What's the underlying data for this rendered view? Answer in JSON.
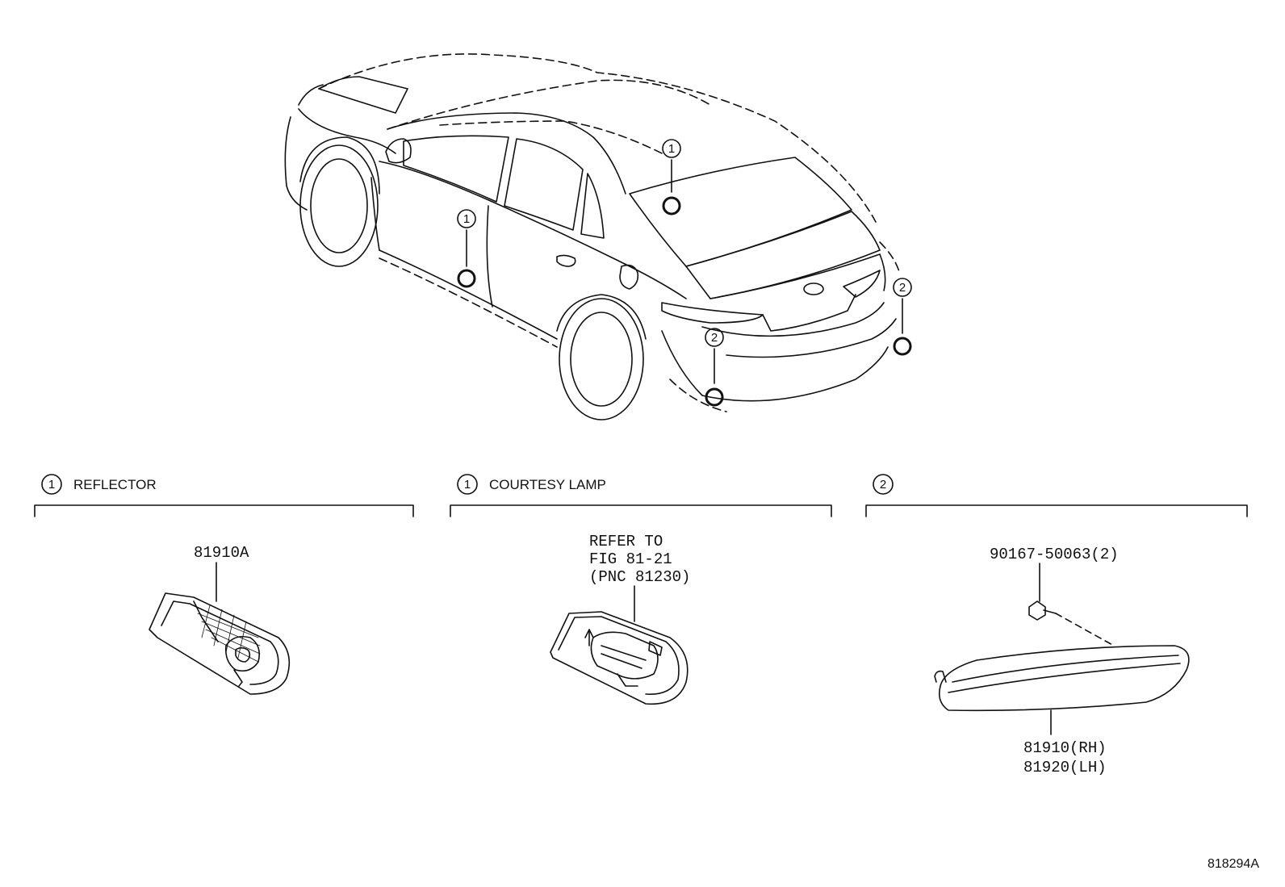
{
  "callouts": {
    "one": "1",
    "two": "2"
  },
  "sections": [
    {
      "number": "1",
      "label": "REFLECTOR",
      "part_number": "81910A"
    },
    {
      "number": "1",
      "label": "COURTESY LAMP",
      "note_lines": [
        "REFER TO",
        "FIG 81-21",
        "(PNC 81230)"
      ]
    },
    {
      "number": "2",
      "label": "",
      "bolt_part": "90167-50063(2)",
      "part_lines": [
        "81910(RH)",
        "81920(LH)"
      ]
    }
  ],
  "figure_ref": "818294A"
}
